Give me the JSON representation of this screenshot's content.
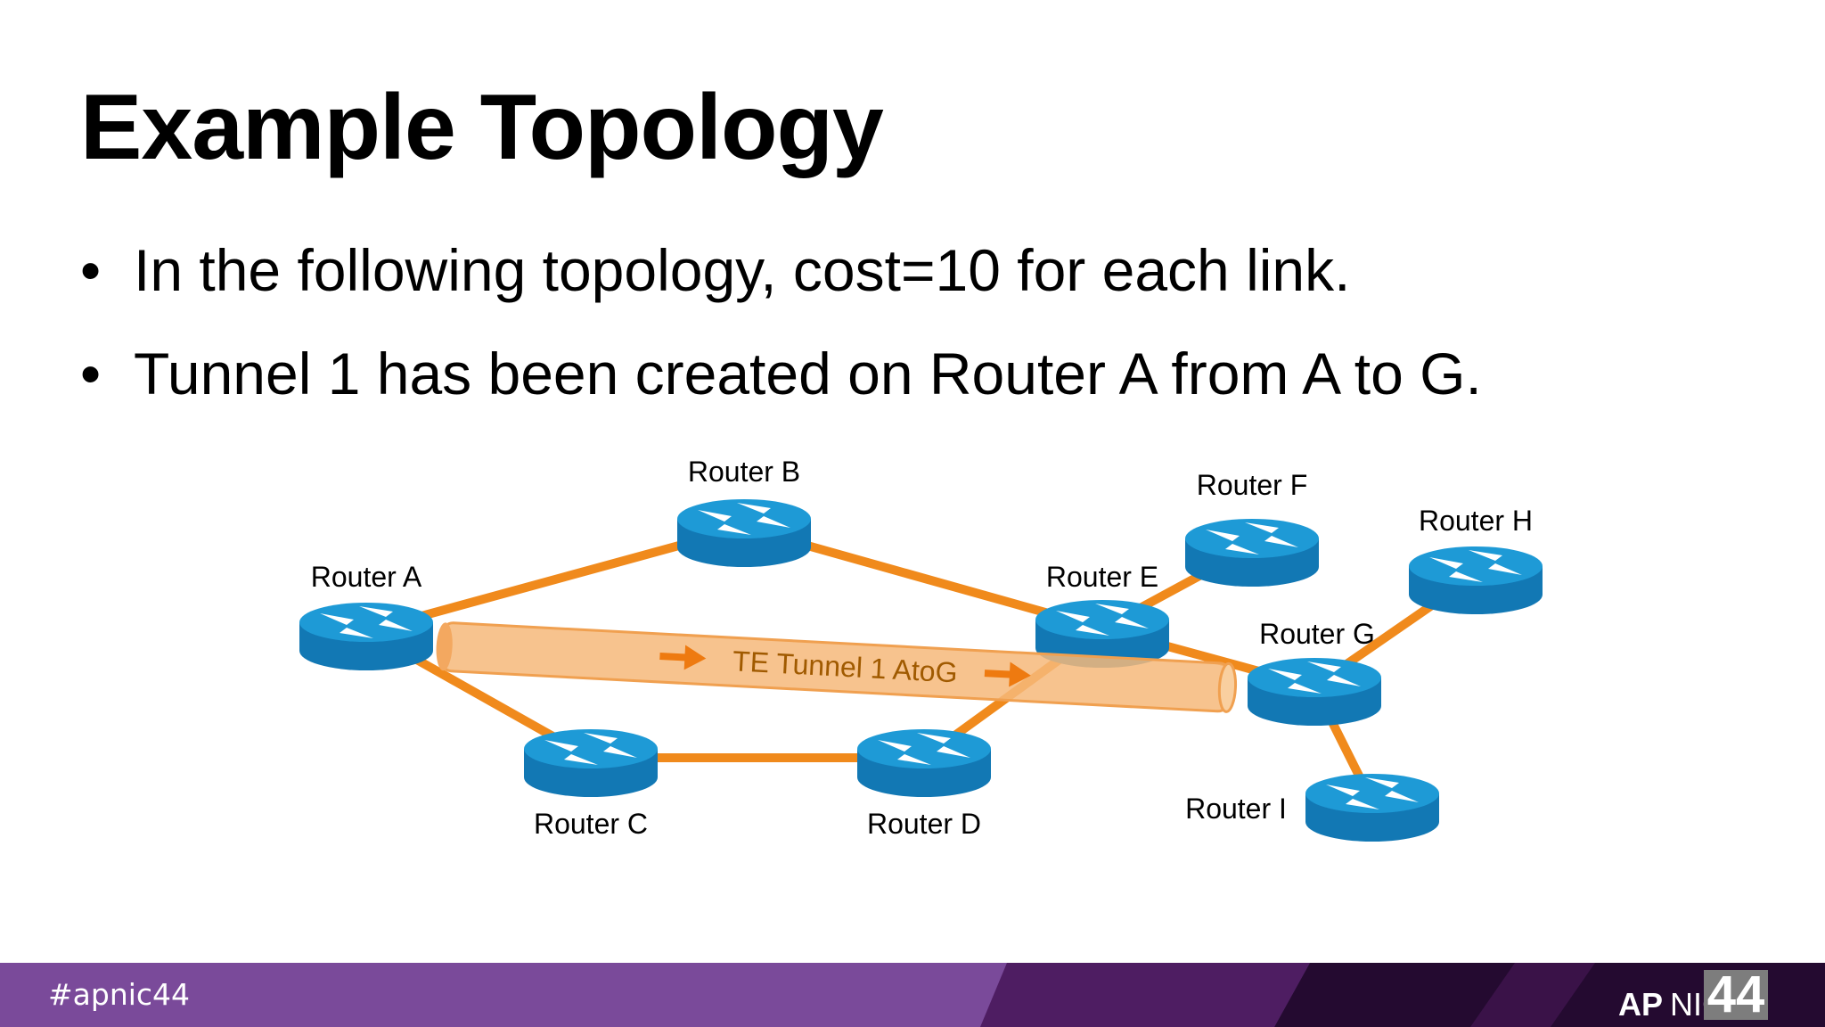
{
  "slide": {
    "title": "Example Topology",
    "bullets": [
      "In the following topology, cost=10 for each link.",
      "Tunnel 1 has been created on Router A from A to G."
    ]
  },
  "diagram": {
    "routers": [
      {
        "id": "A",
        "label": "Router A"
      },
      {
        "id": "B",
        "label": "Router B"
      },
      {
        "id": "C",
        "label": "Router C"
      },
      {
        "id": "D",
        "label": "Router D"
      },
      {
        "id": "E",
        "label": "Router E"
      },
      {
        "id": "F",
        "label": "Router F"
      },
      {
        "id": "G",
        "label": "Router G"
      },
      {
        "id": "H",
        "label": "Router H"
      },
      {
        "id": "I",
        "label": "Router I"
      }
    ],
    "links": [
      [
        "A",
        "B"
      ],
      [
        "A",
        "C"
      ],
      [
        "C",
        "D"
      ],
      [
        "D",
        "E"
      ],
      [
        "B",
        "E"
      ],
      [
        "E",
        "F"
      ],
      [
        "E",
        "G"
      ],
      [
        "G",
        "H"
      ],
      [
        "G",
        "I"
      ]
    ],
    "tunnel": {
      "label": "TE Tunnel 1 AtoG",
      "from": "A",
      "to": "G"
    },
    "colors": {
      "link": "#f08a1c",
      "router_top": "#1e9ad6",
      "router_side": "#1278b4",
      "tunnel": "#f6b97a",
      "tunnel_text": "#a05a00"
    }
  },
  "footer": {
    "hashtag": "#apnic44",
    "brand_bold": "AP",
    "brand_light": "NIC",
    "brand_number": "44"
  }
}
